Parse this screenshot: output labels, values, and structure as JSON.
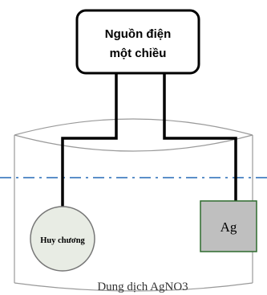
{
  "power_source": {
    "line1": "Nguồn điện",
    "line2": "một chiều"
  },
  "medal": {
    "label": "Huy chương"
  },
  "silver_electrode": {
    "label": "Ag"
  },
  "solution": {
    "label": "Dung dịch AgNO3"
  },
  "colors": {
    "wire": "#000000",
    "liquid_line": "#5b8fc9",
    "medal_fill": "#e8ece4",
    "silver_fill": "#bfbfbf",
    "vessel": "#999999"
  }
}
